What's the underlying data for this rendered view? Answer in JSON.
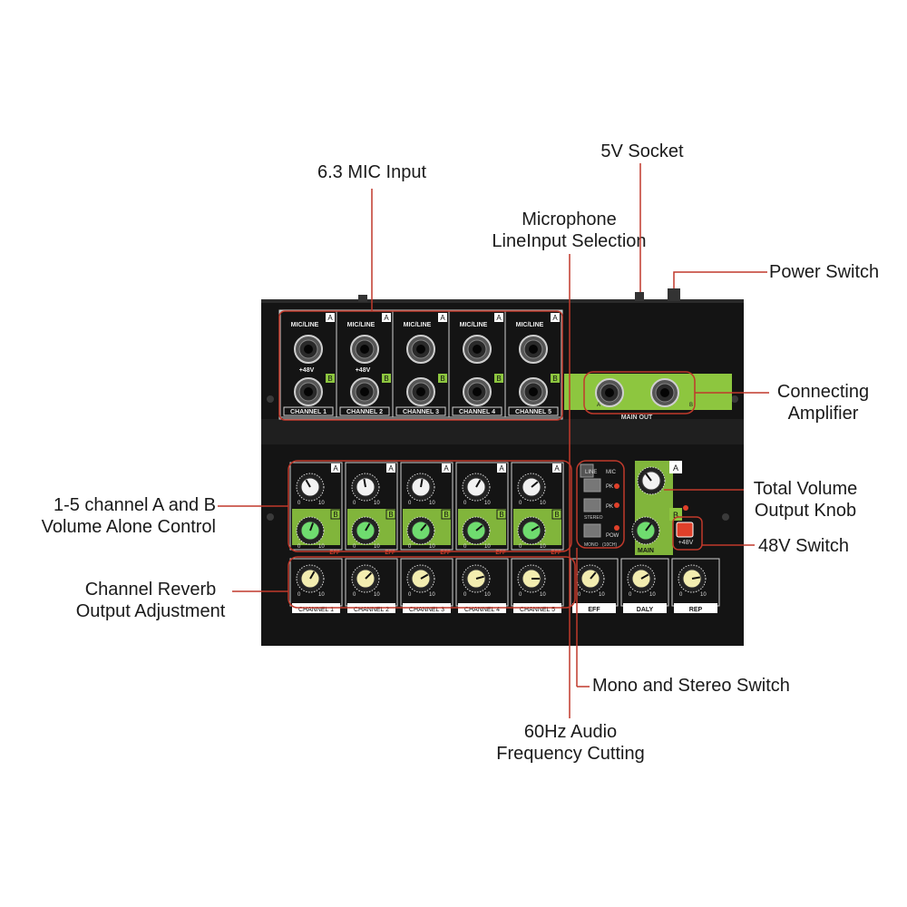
{
  "callouts": {
    "mic_input": "6.3 MIC Input",
    "socket_5v": "5V Socket",
    "mic_line_1": "Microphone",
    "mic_line_2": "LineInput Selection",
    "power_switch": "Power Switch",
    "connecting_1": "Connecting",
    "connecting_2": "Amplifier",
    "ab_volume_1": "1-5 channel A and B",
    "ab_volume_2": "Volume Alone Control",
    "total_volume_1": "Total Volume",
    "total_volume_2": "Output Knob",
    "switch_48v": "48V Switch",
    "reverb_1": "Channel Reverb",
    "reverb_2": "Output Adjustment",
    "mono_stereo": "Mono and Stereo Switch",
    "cut_60hz_1": "60Hz Audio",
    "cut_60hz_2": "Frequency Cutting"
  },
  "device": {
    "input_label": "MIC/LINE",
    "tag_a": "A",
    "tag_b": "B",
    "phantom": "+48V",
    "channels": [
      "CHANNEL 1",
      "CHANNEL 2",
      "CHANNEL 3",
      "CHANNEL 4",
      "CHANNEL 5"
    ],
    "main_out": "MAIN OUT",
    "out_a": "A",
    "out_b": "B",
    "knob_min": "0",
    "knob_max": "10",
    "eff_strip": "EFF",
    "switch_line": "LINE",
    "switch_mic": "MIC",
    "switch_stereo": "STEREO",
    "switch_mono": "MONO",
    "switch_mono_sub": "(10CH)",
    "pk": "PK",
    "pow": "POW",
    "main_label": "MAIN",
    "btn_48v": "+48V",
    "fx_labels": [
      "EFF",
      "DALY",
      "REP"
    ]
  },
  "colors": {
    "panel": "#141414",
    "callout_line": "#c0392b",
    "green_panel": "#8dc63f",
    "green_knob": "#6fdc6f",
    "yellow_knob": "#f3edb0",
    "red_button": "#e0402a"
  }
}
